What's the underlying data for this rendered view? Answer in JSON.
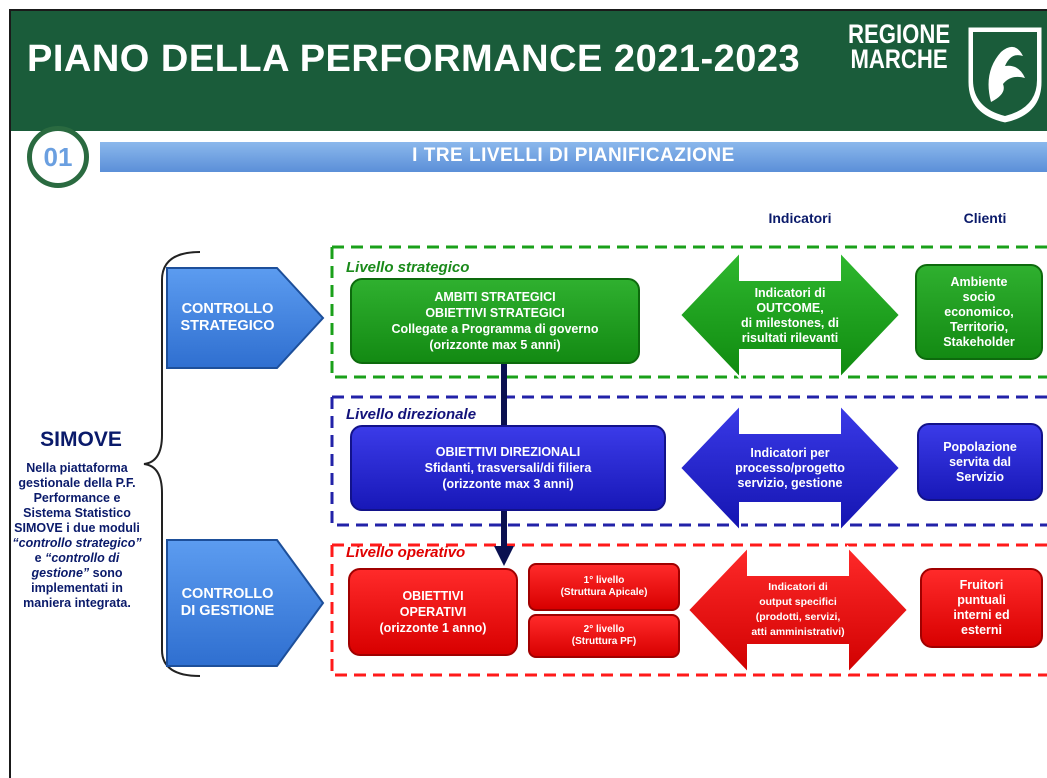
{
  "header": {
    "title": "PIANO DELLA PERFORMANCE 2021-2023",
    "logo_line1": "REGIONE",
    "logo_line2": "MARCHE"
  },
  "section": {
    "number": "01",
    "title": "I TRE LIVELLI DI PIANIFICAZIONE"
  },
  "columns": {
    "indicatori": "Indicatori",
    "clienti": "Clienti"
  },
  "left": {
    "controllo_strategico": [
      "CONTROLLO",
      "STRATEGICO"
    ],
    "controllo_gestione": [
      "CONTROLLO",
      "DI GESTIONE"
    ],
    "simove_title": "SIMOVE",
    "simove_desc": {
      "p1": "Nella piattaforma gestionale della P.F. Performance e Sistema Statistico SIMOVE i due moduli ",
      "i1": "“controllo strategico”",
      "p2": " e ",
      "i2": "“controllo di gestione”",
      "p3": " sono implementati in maniera integrata."
    }
  },
  "levels": {
    "strategico": {
      "label": "Livello strategico",
      "box": [
        "AMBITI STRATEGICI",
        "OBIETTIVI STRATEGICI",
        "Collegate a Programma di governo",
        "(orizzonte max 5 anni)"
      ],
      "indicatori": [
        "Indicatori di",
        "OUTCOME,",
        "di milestones, di",
        "risultati rilevanti"
      ],
      "clienti": [
        "Ambiente",
        "socio",
        "economico,",
        "Territorio,",
        "Stakeholder"
      ]
    },
    "direzionale": {
      "label": "Livello direzionale",
      "box": [
        "OBIETTIVI DIREZIONALI",
        "Sfidanti, trasversali/di filiera",
        "(orizzonte max 3 anni)"
      ],
      "indicatori": [
        "Indicatori per",
        "processo/progetto",
        "servizio,  gestione"
      ],
      "clienti": [
        "Popolazione",
        "servita dal",
        "Servizio"
      ]
    },
    "operativo": {
      "label": "Livello operativo",
      "box": [
        "OBIETTIVI",
        "OPERATIVI",
        "(orizzonte 1 anno)"
      ],
      "sub1": [
        "1° livello",
        "(Struttura Apicale)"
      ],
      "sub2": [
        "2° livello",
        "(Struttura PF)"
      ],
      "indicatori": [
        "Indicatori di",
        "output specifici",
        "(prodotti, servizi,",
        "atti amministrativi)"
      ],
      "clienti": [
        "Fruitori",
        "puntuali",
        "interni ed",
        "esterni"
      ]
    }
  },
  "colors": {
    "header_green": "#1a5c3a",
    "level_green": "#1aa01a",
    "level_blue": "#2222d0",
    "level_red": "#ff0000",
    "arrow_blue": "#4a86e8",
    "text_navy": "#0a1a6a"
  }
}
